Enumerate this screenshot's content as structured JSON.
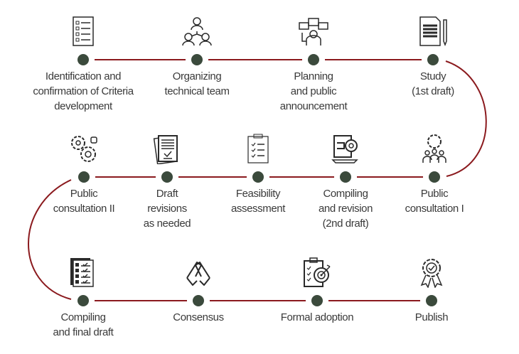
{
  "title": "Criteria development process",
  "colors": {
    "line": "#8b1a1e",
    "dot": "#3b4a3c",
    "text": "#3a3a3a",
    "icon": "#2a2a2a"
  },
  "steps": [
    {
      "label": [
        "Identification and",
        "confirmation of Criteria",
        "development"
      ],
      "icon": "checklist-icon"
    },
    {
      "label": [
        "Organizing",
        "technical team"
      ],
      "icon": "team-network-icon"
    },
    {
      "label": [
        "Planning",
        "and public",
        "announcement"
      ],
      "icon": "announcement-icon"
    },
    {
      "label": [
        "Study",
        "(1st draft)"
      ],
      "icon": "document-pencil-icon"
    },
    {
      "label": [
        "Public",
        "consultation I"
      ],
      "icon": "people-gear-icon"
    },
    {
      "label": [
        "Compiling",
        "and revision",
        "(2nd draft)"
      ],
      "icon": "document-gear-icon"
    },
    {
      "label": [
        "Feasibility",
        "assessment"
      ],
      "icon": "clipboard-checklist-icon"
    },
    {
      "label": [
        "Draft",
        "revisions",
        "as needed"
      ],
      "icon": "approved-document-icon"
    },
    {
      "label": [
        "Public",
        "consultation II"
      ],
      "icon": "gears-icon"
    },
    {
      "label": [
        "Compiling",
        "and final draft"
      ],
      "icon": "task-list-icon"
    },
    {
      "label": [
        "Consensus"
      ],
      "icon": "handshake-icon"
    },
    {
      "label": [
        "Formal adoption"
      ],
      "icon": "clipboard-target-icon"
    },
    {
      "label": [
        "Publish"
      ],
      "icon": "award-ribbon-icon"
    }
  ]
}
